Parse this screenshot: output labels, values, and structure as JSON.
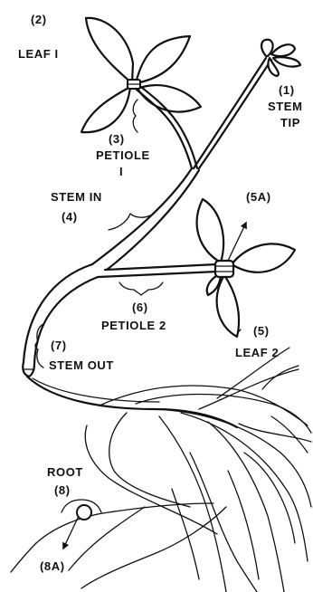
{
  "labels": {
    "leaf1_num": "(2)",
    "leaf1": "LEAF I",
    "stem_tip_num": "(1)",
    "stem_tip_1": "STEM",
    "stem_tip_2": "TIP",
    "petiole1_num": "(3)",
    "petiole1_1": "PETIOLE",
    "petiole1_2": "I",
    "stem_in": "STEM IN",
    "stem_in_num": "(4)",
    "arrow_5a": "(5A)",
    "petiole2_num": "(6)",
    "petiole2": "PETIOLE 2",
    "leaf2_num": "(5)",
    "leaf2": "LEAF 2",
    "stem_out_num": "(7)",
    "stem_out": "STEM OUT",
    "root": "ROOT",
    "root_num": "(8)",
    "arrow_8a": "(8A)"
  }
}
